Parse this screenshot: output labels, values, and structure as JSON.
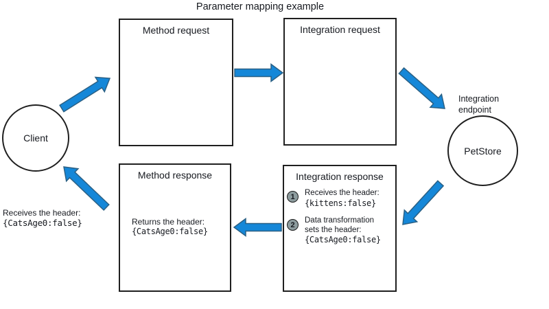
{
  "title": "Parameter mapping example",
  "colors": {
    "arrow_fill": "#1587d8",
    "arrow_stroke": "#2b6084",
    "box_border": "#1f1f1f",
    "step_circle_fill": "#8d9c9e"
  },
  "client": {
    "label": "Client",
    "note": {
      "line1": "Receives the header:",
      "code": "{CatsAge0:false}"
    }
  },
  "endpoint": {
    "label_line1": "Integration",
    "label_line2": "endpoint",
    "circle_label": "PetStore"
  },
  "boxes": {
    "method_request": {
      "title": "Method request"
    },
    "integration_request": {
      "title": "Integration request"
    },
    "method_response": {
      "title": "Method response",
      "body_line1": "Returns the header:",
      "body_code": "{CatsAge0:false}"
    },
    "integration_response": {
      "title": "Integration response",
      "steps": [
        {
          "num": "1",
          "line1": "Receives the header:",
          "code": "{kittens:false}"
        },
        {
          "num": "2",
          "line1": "Data transformation",
          "line2": "sets the header:",
          "code": "{CatsAge0:false}"
        }
      ]
    }
  }
}
